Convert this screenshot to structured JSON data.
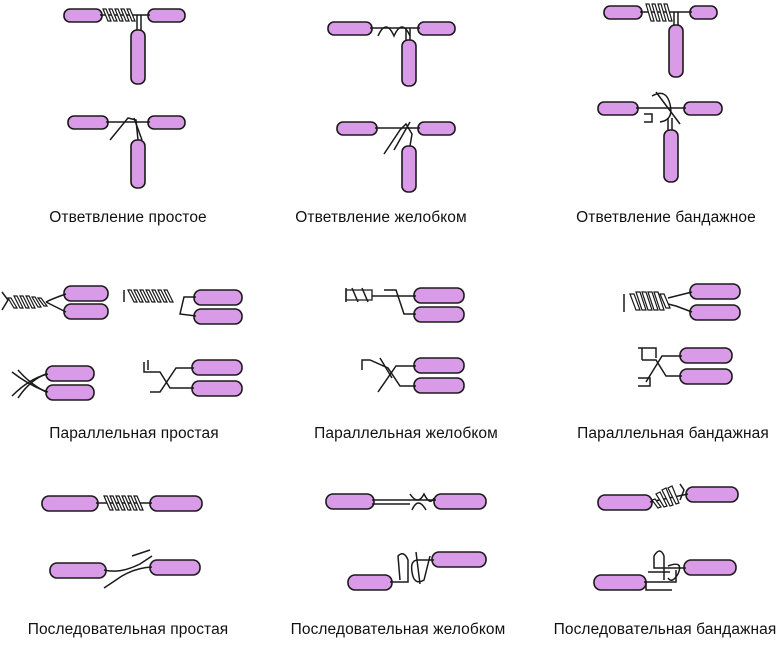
{
  "captions": {
    "branch_simple": "Ответвление простое",
    "branch_groove": "Ответвление желобком",
    "branch_bandage": "Ответвление бандажное",
    "parallel_simple": "Параллельная простая",
    "parallel_groove": "Параллельная желобком",
    "parallel_bandage": "Параллельная бандажная",
    "serial_simple": "Последовательная простая",
    "serial_groove": "Последовательная желобком",
    "serial_bandage": "Последовательная бандажная"
  },
  "colors": {
    "insulation": "#d99ae8",
    "outline": "#1a1a1a",
    "background": "#ffffff"
  }
}
